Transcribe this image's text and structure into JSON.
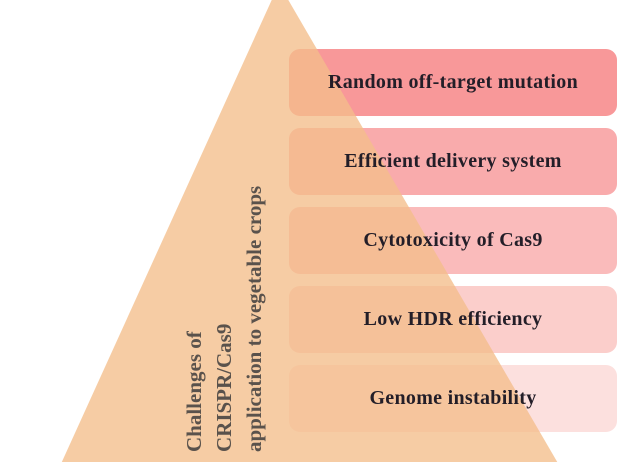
{
  "figure": {
    "pyramid_label": {
      "lines": [
        "Challenges of",
        "CRISPR/Cas9",
        "application to vegetable crops"
      ],
      "color": "#5A524C"
    },
    "triangle": {
      "fill": "#F4BE8B",
      "opacity": "0.78"
    },
    "boxes": [
      {
        "label": "Random off-target mutation",
        "fill": "#F89899"
      },
      {
        "label": "Efficient delivery system",
        "fill": "#F9ABAC"
      },
      {
        "label": "Cytotoxicity of Cas9",
        "fill": "#FABBBB"
      },
      {
        "label": "Low HDR efficiency",
        "fill": "#FBCECB"
      },
      {
        "label": "Genome instability",
        "fill": "#FCE0DE"
      }
    ],
    "box_text_color": "#231E28"
  }
}
